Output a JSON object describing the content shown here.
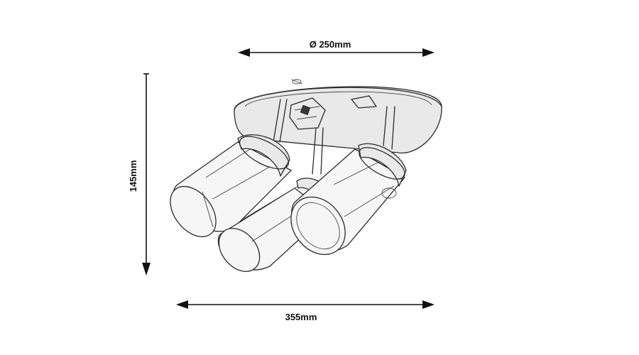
{
  "dimensions": {
    "diameter_label": "Ø 250mm",
    "height_label": "145mm",
    "width_label": "355mm"
  }
}
